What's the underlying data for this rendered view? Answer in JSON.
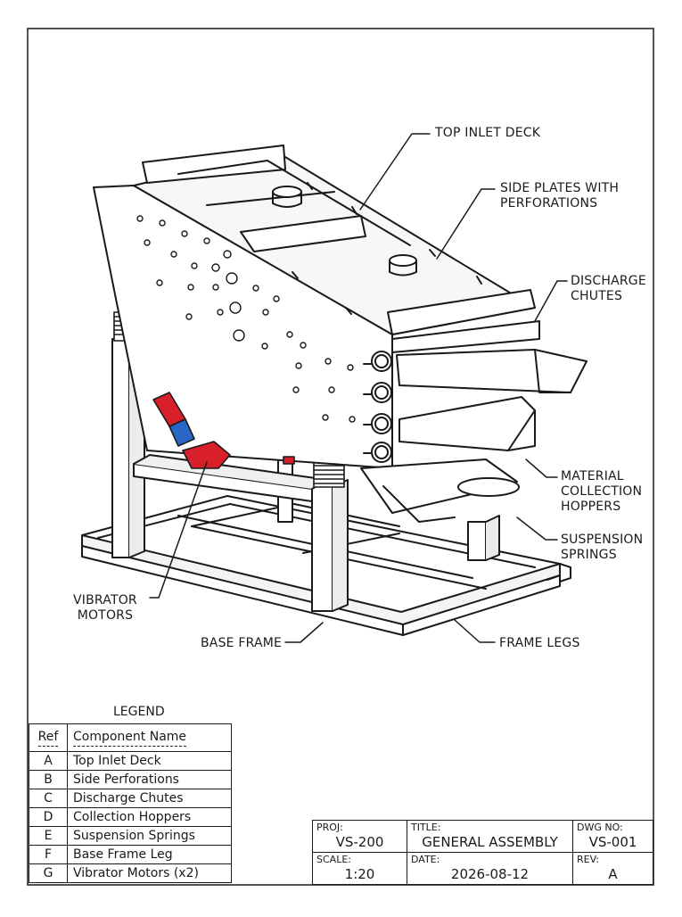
{
  "callouts": {
    "top_inlet_deck": "TOP INLET DECK",
    "side_plates": "SIDE PLATES WITH\nPERFORATIONS",
    "discharge_chutes": "DISCHARGE\nCHUTES",
    "collection_hoppers": "MATERIAL\nCOLLECTION\nHOPPERS",
    "suspension_springs": "SUSPENSION\nSPRINGS",
    "frame_legs": "FRAME LEGS",
    "base_frame": "BASE FRAME",
    "vibrator_motors": "VIBRATOR\nMOTORS"
  },
  "legend": {
    "title": "LEGEND",
    "col_ref": "Ref",
    "col_name": "Component Name",
    "rows": [
      {
        "ref": "A",
        "name": "Top Inlet Deck"
      },
      {
        "ref": "B",
        "name": "Side Perforations"
      },
      {
        "ref": "C",
        "name": "Discharge Chutes"
      },
      {
        "ref": "D",
        "name": "Collection Hoppers"
      },
      {
        "ref": "E",
        "name": "Suspension Springs"
      },
      {
        "ref": "F",
        "name": "Base Frame Leg"
      },
      {
        "ref": "G",
        "name": "Vibrator Motors (x2)"
      }
    ]
  },
  "title_block": {
    "proj_label": "PROJ:",
    "proj": "VS-200",
    "title_label": "TITLE:",
    "title": "GENERAL ASSEMBLY",
    "dwg_label": "DWG NO:",
    "dwg": "VS-001",
    "scale_label": "SCALE:",
    "scale": "1:20",
    "date_label": "DATE:",
    "date": "2026-08-12",
    "rev_label": "REV:",
    "rev": "A"
  },
  "colors": {
    "motor": "#d8202a",
    "motor_coupling": "#2a66c8",
    "line": "#1a1a1a"
  }
}
